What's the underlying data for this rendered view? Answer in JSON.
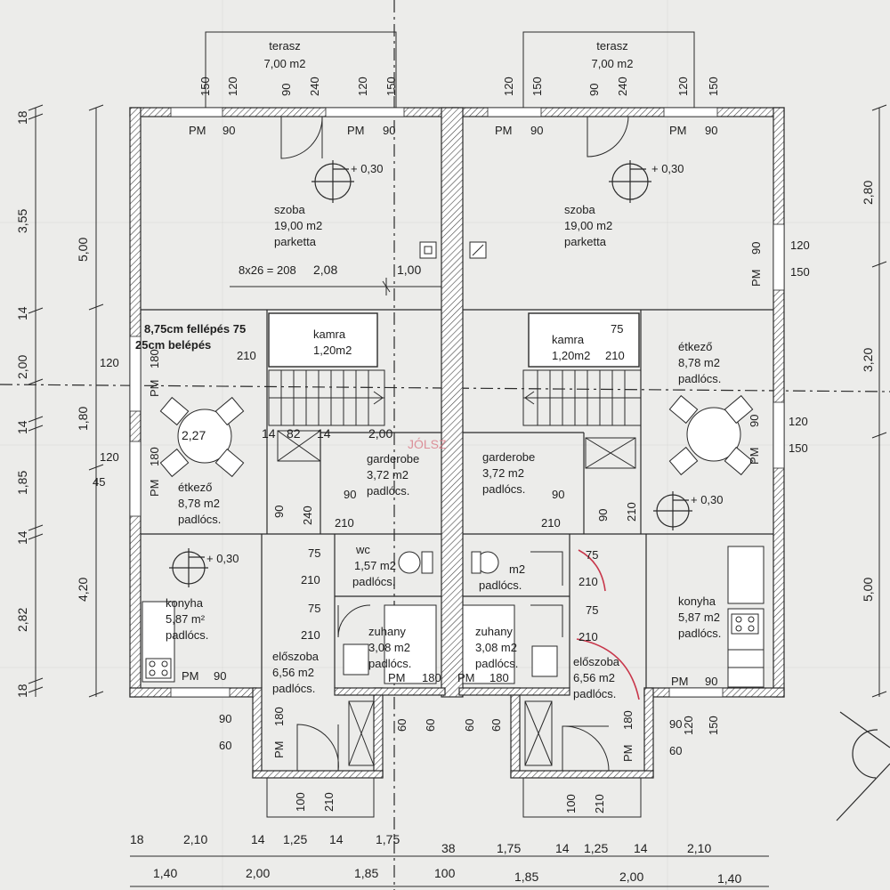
{
  "rooms": {
    "left_terrace": {
      "name": "terasz",
      "area": "7,00 m2"
    },
    "right_terrace": {
      "name": "terasz",
      "area": "7,00 m2"
    },
    "left_room": {
      "name": "szoba",
      "area": "19,00 m2",
      "floor": "parketta",
      "level": "+ 0,30"
    },
    "right_room": {
      "name": "szoba",
      "area": "19,00 m2",
      "floor": "parketta",
      "level": "+ 0,30"
    },
    "left_pantry": {
      "name": "kamra",
      "area": "1,20m2"
    },
    "right_pantry": {
      "name": "kamra",
      "area": "1,20m2"
    },
    "left_dining": {
      "name": "étkező",
      "area": "8,78 m2",
      "floor": "padlócs."
    },
    "right_dining": {
      "name": "étkező",
      "area": "8,78 m2",
      "floor": "padlócs.",
      "level": "+ 0,30"
    },
    "left_wardrobe": {
      "name": "garderobe",
      "area": "3,72 m2",
      "floor": "padlócs."
    },
    "right_wardrobe": {
      "name": "garderobe",
      "area": "3,72 m2",
      "floor": "padlócs."
    },
    "left_wc": {
      "name": "wc",
      "area": "1,57 m2",
      "floor": "padlócs."
    },
    "right_wc": {
      "name": "",
      "area": "m2",
      "floor": "padlócs."
    },
    "left_shower": {
      "name": "zuhany",
      "area": "3,08 m2",
      "floor": "padlócs."
    },
    "right_shower": {
      "name": "zuhany",
      "area": "3,08 m2",
      "floor": "padlócs."
    },
    "left_kitchen": {
      "name": "konyha",
      "area": "5,87 m²",
      "floor": "padlócs.",
      "level": "+ 0,30"
    },
    "right_kitchen": {
      "name": "konyha",
      "area": "5,87 m2",
      "floor": "padlócs."
    },
    "left_hall": {
      "name": "előszoba",
      "area": "6,56 m2",
      "floor": "padlócs."
    },
    "right_hall": {
      "name": "előszoba",
      "area": "6,56 m2",
      "floor": "padlócs."
    }
  },
  "stair": {
    "step_note": "8,75cm fellépés 75",
    "tread_note": "25cm belépés",
    "formula": "8x26 = 208",
    "run": "2,08",
    "landing": "1,00",
    "table_dim": "2,27"
  },
  "labels": {
    "pm": "PM",
    "watermark": "JÓLSZ"
  },
  "openings": {
    "top_left": [
      "150",
      "120",
      "90",
      "240",
      "120",
      "150"
    ],
    "top_right": [
      "120",
      "150",
      "90",
      "240",
      "120",
      "150"
    ],
    "pm_90": "90",
    "v120": "120",
    "v150": "150",
    "v180": "180",
    "v210": "210",
    "v240": "240",
    "v75": "75",
    "v90": "90",
    "v60": "60",
    "v100": "100",
    "v45": "45",
    "v14": "14",
    "v82": "82",
    "v2_00": "2,00"
  },
  "dims": {
    "left_outer": [
      "18",
      "3,55",
      "14",
      "2,00",
      "14",
      "1,85",
      "14",
      "2,82",
      "18"
    ],
    "left_inner": [
      "5,00",
      "1,80",
      "4,20"
    ],
    "right_outer": [
      "2,80",
      "3,20",
      "5,00"
    ],
    "bottom_row1": [
      "18",
      "2,10",
      "14",
      "1,25",
      "14",
      "1,75",
      "38",
      "1,75",
      "14",
      "1,25",
      "14",
      "2,10"
    ],
    "bottom_row2": [
      "1,40",
      "2,00",
      "1,85",
      "100",
      "1,85",
      "2,00",
      "1,40"
    ]
  }
}
